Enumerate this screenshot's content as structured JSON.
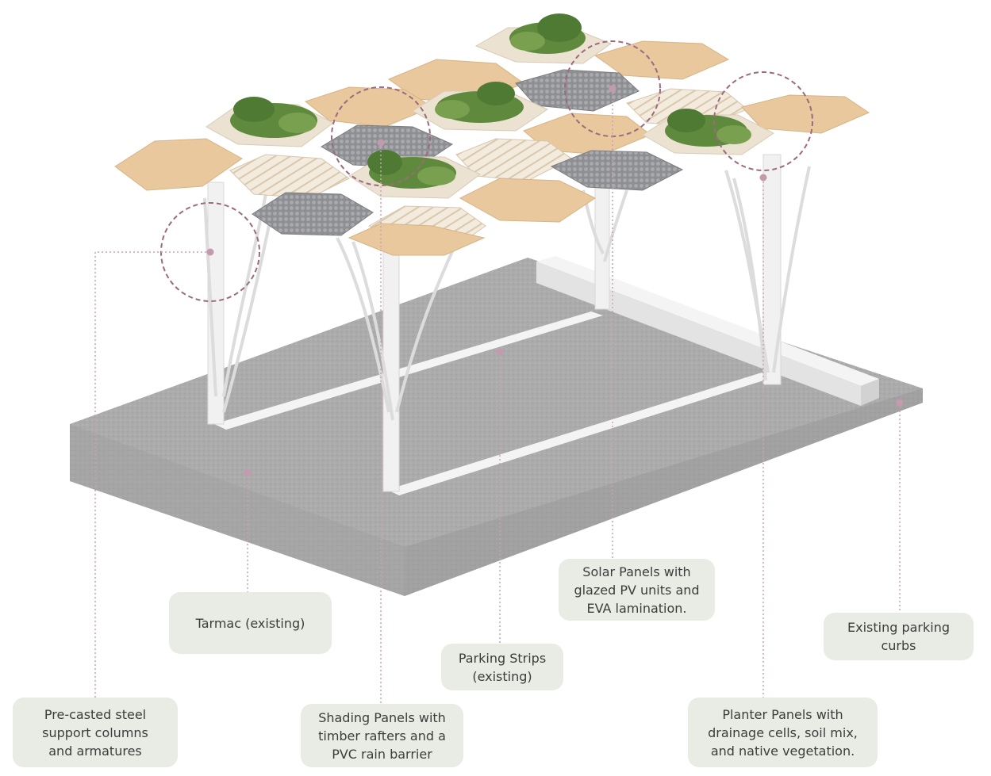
{
  "labels": {
    "tarmac": "Tarmac (existing)",
    "solar": "Solar Panels with\nglazed PV units and\nEVA lamination.",
    "curbs": "Existing parking\ncurbs",
    "strips": "Parking Strips\n(existing)",
    "columns": "Pre-casted  steel\nsupport columns\nand armatures",
    "shading": "Shading Panels with\ntimber rafters and a\nPVC rain barrier",
    "planter": "Planter Panels with\ndrainage cells, soil mix,\nand native vegetation."
  },
  "colors": {
    "timber": "#e8c89c",
    "solar": "#8f8f92",
    "slats": "#efe4d2",
    "planter_rim": "#ece2d2",
    "vegetation": "#5f8a3e",
    "steel": "#ececec",
    "tarmac": "#a9a9a9",
    "leader": "#c9a2b4",
    "callout_circle": "#9b6a7f",
    "label_bg": "#e9ece4"
  }
}
